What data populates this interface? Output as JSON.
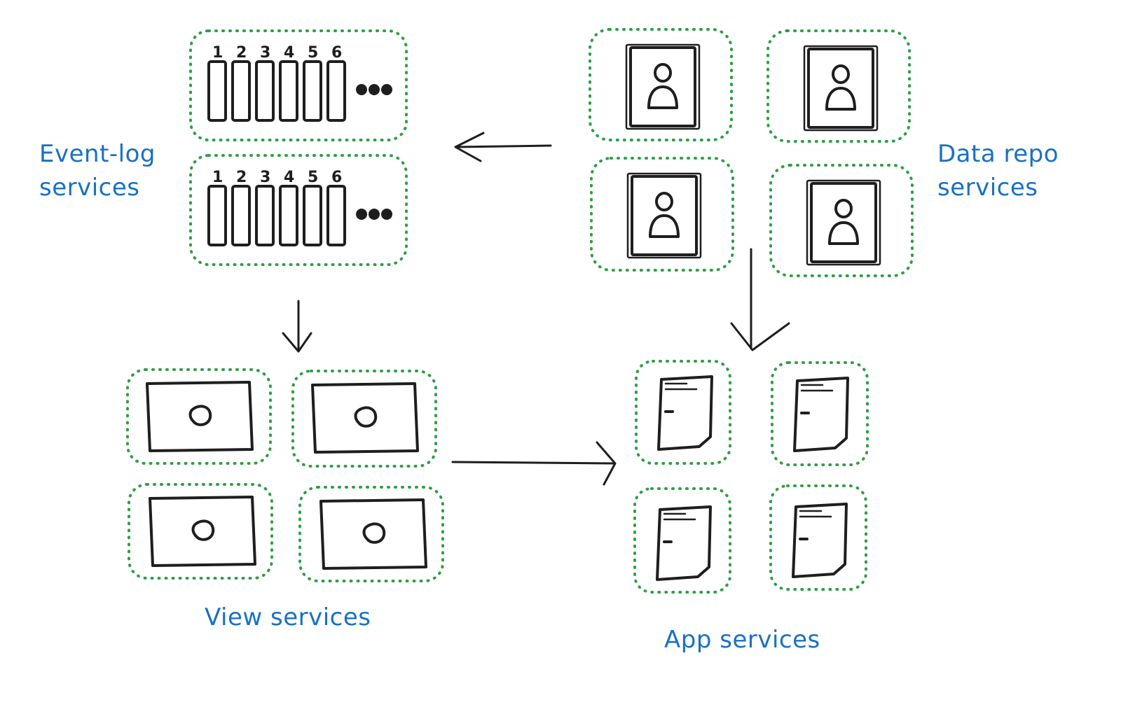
{
  "labels": {
    "event_log": {
      "line1": "Event-log",
      "line2": "services"
    },
    "data_repo": {
      "line1": "Data repo",
      "line2": "services"
    },
    "view": "View services",
    "app": "App services"
  },
  "event_log_partitions": [
    "1",
    "2",
    "3",
    "4",
    "5",
    "6"
  ],
  "colors": {
    "label_blue": "#1971c2",
    "dotted_green": "#2f9e44",
    "ink": "#1e1e1e"
  },
  "icons": {
    "event_log": "partitioned-log-icon",
    "data_repo": "person-document-icon",
    "view": "screen-with-circle-icon",
    "app": "document-icon"
  }
}
